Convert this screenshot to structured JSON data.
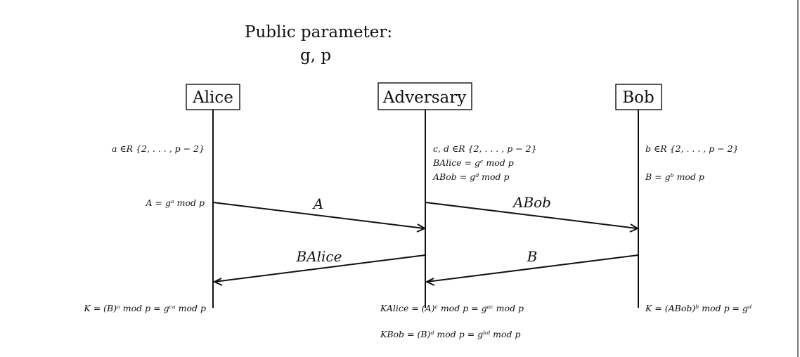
{
  "header": {
    "title": "Public parameter:",
    "params": "g, p"
  },
  "parties": {
    "alice": "Alice",
    "adversary": "Adversary",
    "bob": "Bob"
  },
  "alice": {
    "choose": "a ∈R {2, . . . , p − 2}",
    "compute": "A = gᵃ  mod p",
    "key": "K = (B)ᵃ  mod p = gᶜᵃ  mod p"
  },
  "adversary": {
    "choose": "c, d ∈R {2, . . . , p − 2}",
    "b_alice": "BAlice = gᶜ mod p",
    "a_bob": "ABob = gᵈ mod p",
    "k_alice": "KAlice = (A)ᶜ  mod p = gᵃᶜ  mod p",
    "k_bob": "KBob = (B)ᵈ  mod p = gᵇᵈ  mod p"
  },
  "bob": {
    "choose": "b ∈R {2, . . . , p − 2}",
    "compute": "B = gᵇ mod p",
    "key": "K = (ABob)ᵇ  mod p = gᵈ"
  },
  "messages": {
    "m1": "A",
    "m2": "ABob",
    "m3": "BAlice",
    "m4": "B"
  }
}
